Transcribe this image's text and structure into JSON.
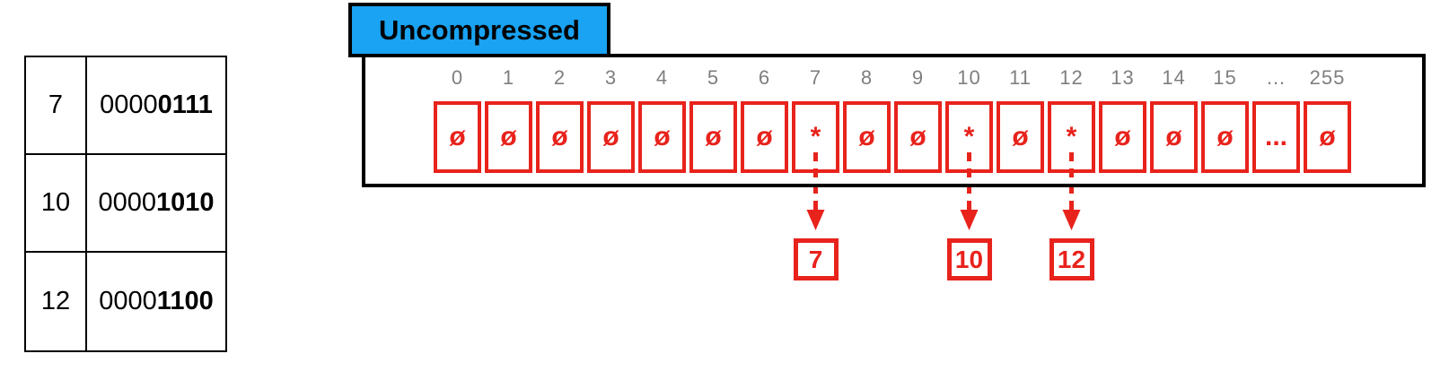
{
  "lookup_table": {
    "rows": [
      {
        "value": "7",
        "binary_prefix": "0000",
        "binary_suffix_bold": "0111"
      },
      {
        "value": "10",
        "binary_prefix": "0000",
        "binary_suffix_bold": "1010"
      },
      {
        "value": "12",
        "binary_prefix": "0000",
        "binary_suffix_bold": "1100"
      }
    ]
  },
  "uncompressed_box": {
    "title": "Uncompressed",
    "indices": [
      "0",
      "1",
      "2",
      "3",
      "4",
      "5",
      "6",
      "7",
      "8",
      "9",
      "10",
      "11",
      "12",
      "13",
      "14",
      "15",
      "…",
      "255"
    ],
    "cells": [
      "ø",
      "ø",
      "ø",
      "ø",
      "ø",
      "ø",
      "ø",
      "*",
      "ø",
      "ø",
      "*",
      "ø",
      "*",
      "ø",
      "ø",
      "ø",
      "...",
      "ø"
    ],
    "empty_symbol": "ø",
    "marker_symbol": "*",
    "markers": [
      {
        "cell": 7,
        "label": "7"
      },
      {
        "cell": 10,
        "label": "10"
      },
      {
        "cell": 12,
        "label": "12"
      }
    ]
  },
  "colors": {
    "red": "#E8231C",
    "blue": "#19A3F2",
    "gray": "#7F7F7F",
    "black": "#000000"
  }
}
